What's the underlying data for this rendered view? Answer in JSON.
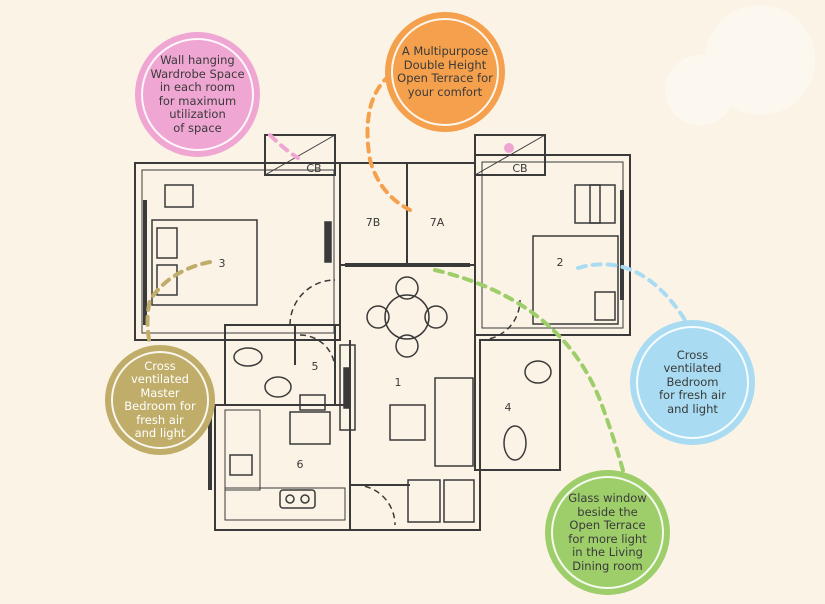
{
  "rooms": {
    "r1": "1",
    "r2": "2",
    "r3": "3",
    "r4": "4",
    "r5": "5",
    "r6": "6",
    "r7a": "7A",
    "r7b": "7B",
    "cb_left": "CB",
    "cb_right": "CB"
  },
  "callouts": {
    "wardrobe": "Wall hanging\nWardrobe Space\nin each room\nfor maximum\nutilization\nof space",
    "terrace": "A Multipurpose\nDouble Height\nOpen Terrace for\nyour comfort",
    "master": "Cross\nventilated\nMaster\nBedroom for\nfresh air\nand light",
    "bedroom": "Cross\nventilated\nBedroom\nfor fresh air\nand light",
    "glass": "Glass window\nbeside the\nOpen Terrace\nfor more light\nin the Living\nDining room"
  },
  "colors": {
    "pink": "#f0a6d2",
    "orange": "#f4a04d",
    "olive": "#c0ad6a",
    "blue": "#a9dcf2",
    "green": "#9dce6a",
    "wall": "#3a3a3a"
  }
}
